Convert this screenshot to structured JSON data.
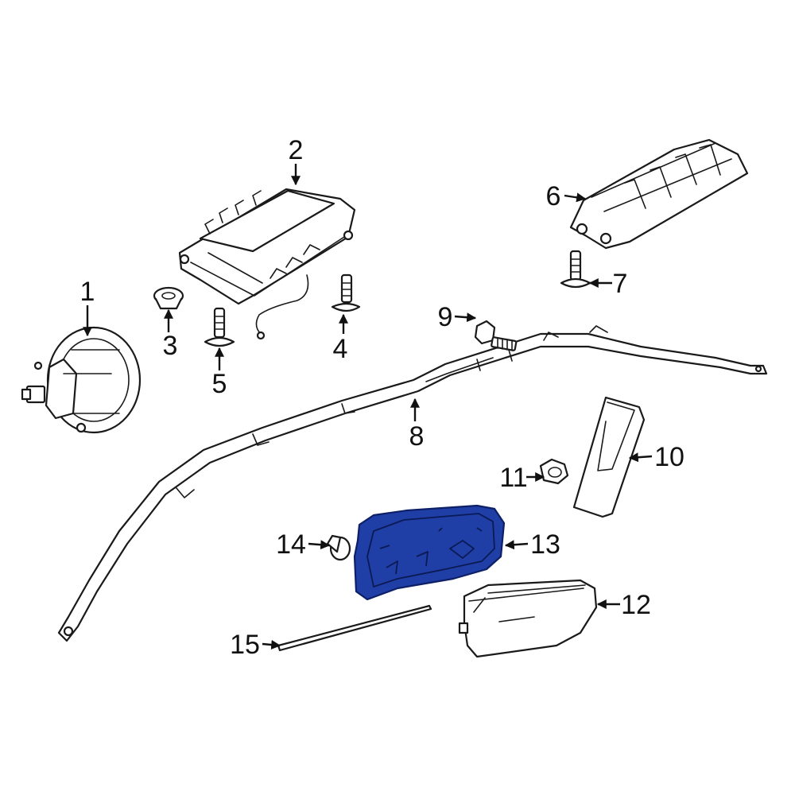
{
  "diagram": {
    "highlight_color": "#1f3fa6",
    "callouts": [
      {
        "id": "c1",
        "label": "1"
      },
      {
        "id": "c2",
        "label": "2"
      },
      {
        "id": "c3",
        "label": "3"
      },
      {
        "id": "c4",
        "label": "4"
      },
      {
        "id": "c5",
        "label": "5"
      },
      {
        "id": "c6",
        "label": "6"
      },
      {
        "id": "c7",
        "label": "7"
      },
      {
        "id": "c8",
        "label": "8"
      },
      {
        "id": "c9",
        "label": "9"
      },
      {
        "id": "c10",
        "label": "10"
      },
      {
        "id": "c11",
        "label": "11"
      },
      {
        "id": "c12",
        "label": "12"
      },
      {
        "id": "c13",
        "label": "13"
      },
      {
        "id": "c14",
        "label": "14"
      },
      {
        "id": "c15",
        "label": "15"
      }
    ]
  }
}
